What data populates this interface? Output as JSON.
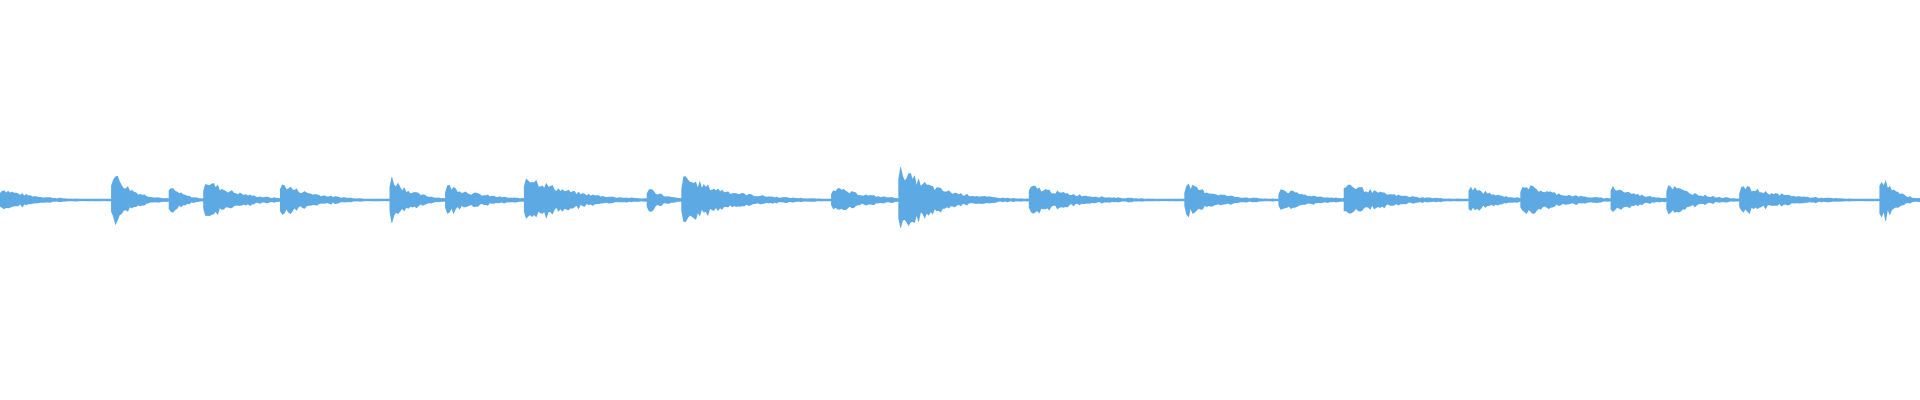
{
  "waveform": {
    "color": "#5DA9E3",
    "time_range": [
      0,
      1
    ],
    "amplitude_range": [
      -1,
      1
    ],
    "segments": [
      {
        "start": 0.0,
        "end": 0.058,
        "peak": 0.1,
        "decay": 0.95
      },
      {
        "start": 0.058,
        "end": 0.088,
        "peak": 0.26,
        "decay": 0.8
      },
      {
        "start": 0.088,
        "end": 0.106,
        "peak": 0.12,
        "decay": 0.55
      },
      {
        "start": 0.106,
        "end": 0.146,
        "peak": 0.18,
        "decay": 0.6
      },
      {
        "start": 0.146,
        "end": 0.203,
        "peak": 0.14,
        "decay": 0.85
      },
      {
        "start": 0.203,
        "end": 0.232,
        "peak": 0.2,
        "decay": 0.65
      },
      {
        "start": 0.232,
        "end": 0.273,
        "peak": 0.13,
        "decay": 0.55
      },
      {
        "start": 0.273,
        "end": 0.337,
        "peak": 0.22,
        "decay": 0.75
      },
      {
        "start": 0.337,
        "end": 0.355,
        "peak": 0.12,
        "decay": 0.55
      },
      {
        "start": 0.355,
        "end": 0.433,
        "peak": 0.2,
        "decay": 0.85
      },
      {
        "start": 0.433,
        "end": 0.468,
        "peak": 0.11,
        "decay": 0.4
      },
      {
        "start": 0.468,
        "end": 0.536,
        "peak": 0.27,
        "decay": 0.9
      },
      {
        "start": 0.536,
        "end": 0.617,
        "peak": 0.12,
        "decay": 0.85
      },
      {
        "start": 0.617,
        "end": 0.666,
        "peak": 0.14,
        "decay": 0.75
      },
      {
        "start": 0.666,
        "end": 0.7,
        "peak": 0.1,
        "decay": 0.45
      },
      {
        "start": 0.7,
        "end": 0.765,
        "peak": 0.15,
        "decay": 0.8
      },
      {
        "start": 0.765,
        "end": 0.792,
        "peak": 0.12,
        "decay": 0.45
      },
      {
        "start": 0.792,
        "end": 0.839,
        "peak": 0.14,
        "decay": 0.55
      },
      {
        "start": 0.839,
        "end": 0.868,
        "peak": 0.12,
        "decay": 0.45
      },
      {
        "start": 0.868,
        "end": 0.906,
        "peak": 0.14,
        "decay": 0.6
      },
      {
        "start": 0.906,
        "end": 0.979,
        "peak": 0.12,
        "decay": 0.85
      },
      {
        "start": 0.979,
        "end": 1.0,
        "peak": 0.22,
        "decay": 0.7
      }
    ]
  }
}
